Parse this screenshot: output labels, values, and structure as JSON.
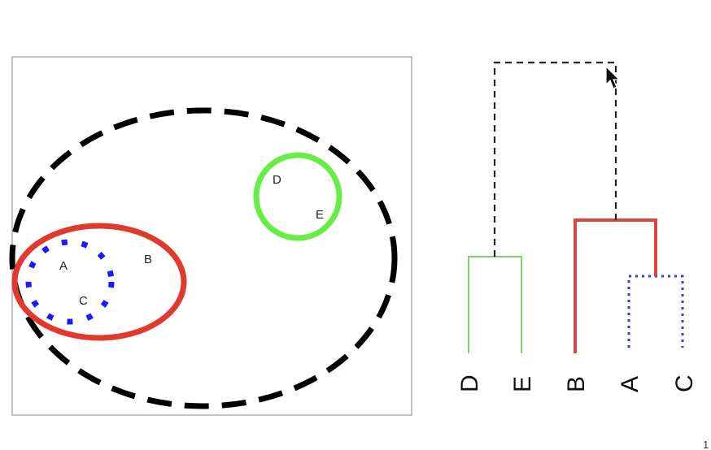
{
  "diagram": {
    "points": [
      {
        "id": "A",
        "label": "A"
      },
      {
        "id": "B",
        "label": "B"
      },
      {
        "id": "C",
        "label": "C"
      },
      {
        "id": "D",
        "label": "D"
      },
      {
        "id": "E",
        "label": "E"
      }
    ],
    "clusters": [
      {
        "name": "cluster-ac",
        "members": [
          "A",
          "C"
        ],
        "color": "#1a1aff",
        "style": "dotted"
      },
      {
        "name": "cluster-abc",
        "members": [
          "A",
          "B",
          "C"
        ],
        "color": "#e03a2e",
        "style": "solid"
      },
      {
        "name": "cluster-de",
        "members": [
          "D",
          "E"
        ],
        "color": "#66ee44",
        "style": "solid"
      },
      {
        "name": "cluster-all",
        "members": [
          "A",
          "B",
          "C",
          "D",
          "E"
        ],
        "color": "#000000",
        "style": "dashed"
      }
    ],
    "dendrogram": {
      "leaves": [
        "D",
        "E",
        "B",
        "A",
        "C"
      ],
      "colors": {
        "de": "#7cd36a",
        "abc": "#d9473c",
        "ac": "#2e3bff",
        "root": "#222222"
      }
    }
  },
  "page_number": "1"
}
